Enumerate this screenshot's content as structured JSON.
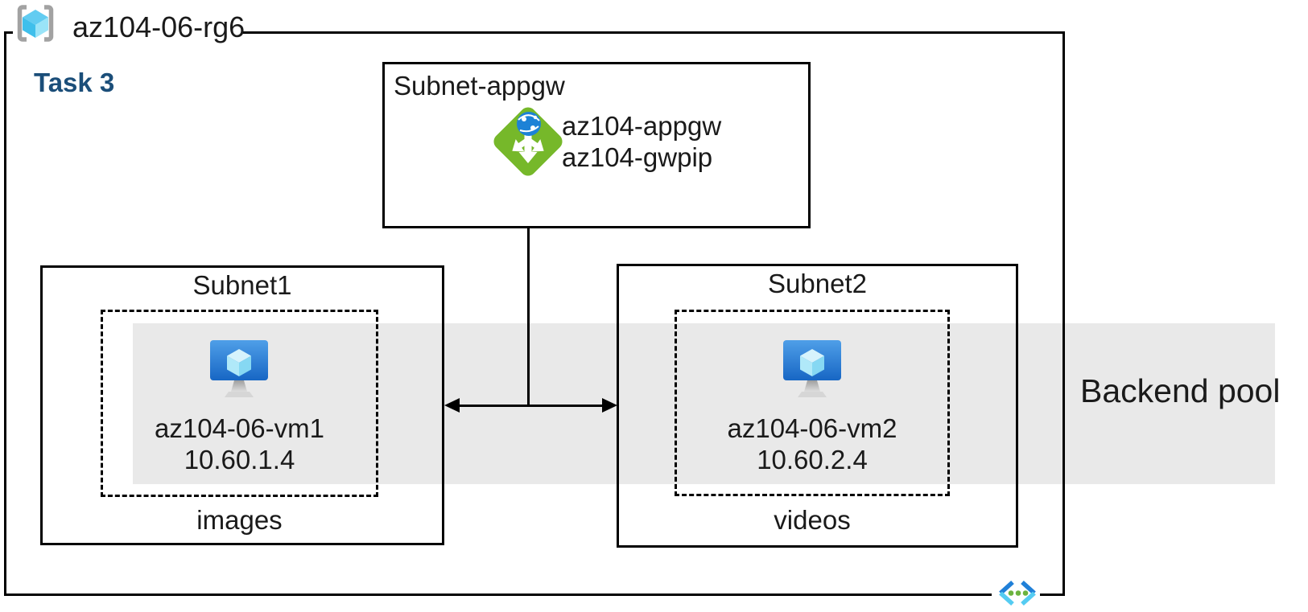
{
  "diagram": {
    "resource_group": {
      "label": "az104-06-rg6"
    },
    "task_label": "Task 3",
    "appgw_subnet": {
      "label": "Subnet-appgw",
      "gateway_lines": [
        "az104-appgw",
        "az104-gwpip"
      ]
    },
    "subnet1": {
      "label": "Subnet1",
      "vm_name": "az104-06-vm1",
      "vm_ip": "10.60.1.4",
      "caption": "images"
    },
    "subnet2": {
      "label": "Subnet2",
      "vm_name": "az104-06-vm2",
      "vm_ip": "10.60.2.4",
      "caption": "videos"
    },
    "backend_pool_label": "Backend pool",
    "icons": {
      "resource_group": "resource-group-icon",
      "application_gateway": "application-gateway-icon",
      "virtual_machine": "virtual-machine-icon",
      "virtual_network": "virtual-network-icon"
    },
    "colors": {
      "task_text": "#1b4e79",
      "backend_band": "#e9e9e9",
      "outline": "#000000",
      "appgw_green": "#76b82a",
      "globe_blue": "#1d82d6",
      "vm_monitor_blue": "#1b6ec2",
      "cube_cyan": "#62ccf1",
      "vnet_blue": "#2080d8",
      "vnet_cyan": "#55ccf2",
      "vnet_dot_green": "#6cb33f",
      "bracket_gray": "#a2a2a2"
    }
  }
}
